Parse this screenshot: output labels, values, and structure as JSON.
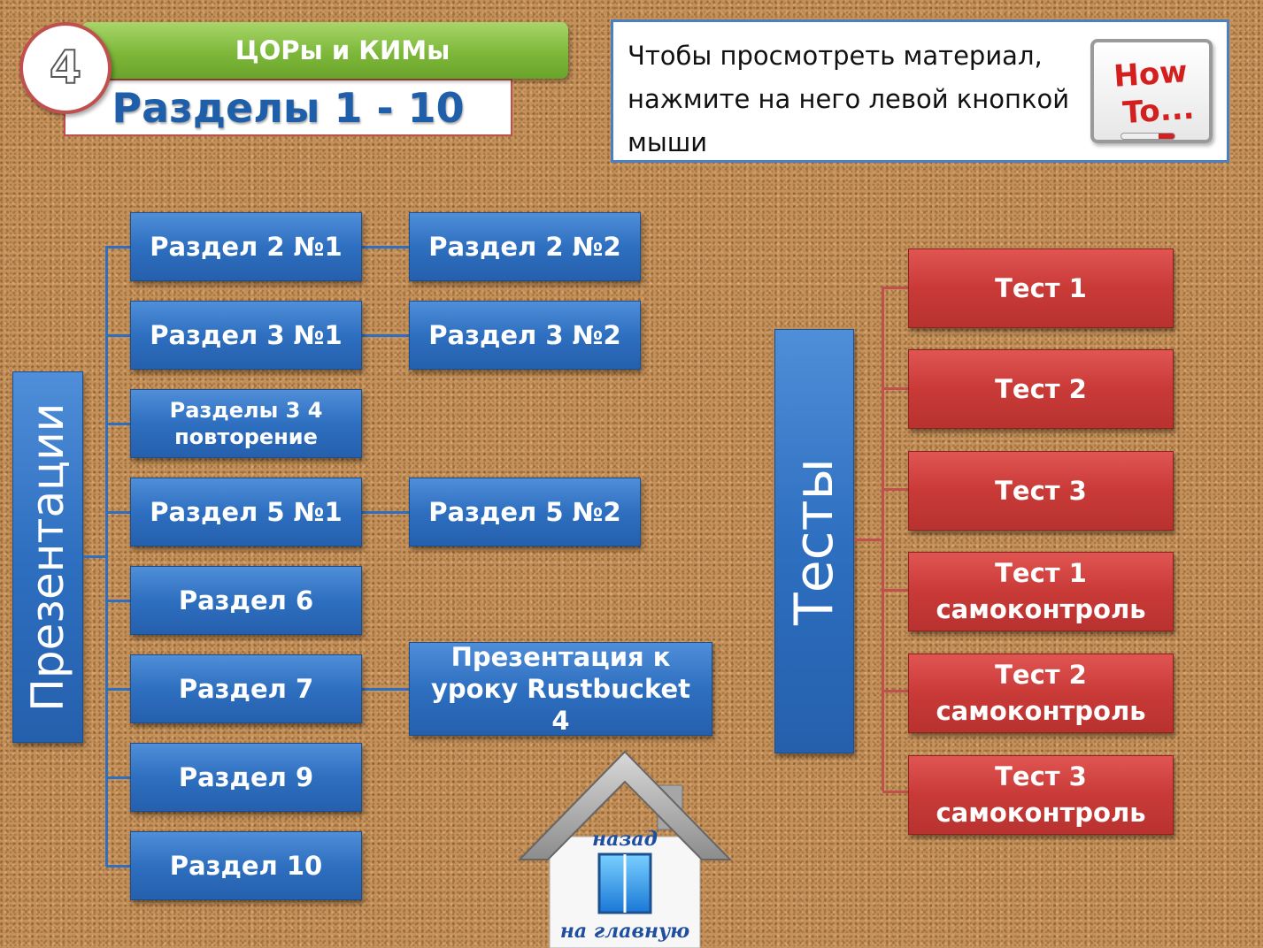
{
  "header": {
    "badge_number": "4",
    "title": "ЦОРы и КИМы",
    "subtitle": "Разделы 1 - 10"
  },
  "instructions": {
    "text": "Чтобы просмотреть материал, нажмите на него левой кнопкой мыши",
    "howto_line1": "How",
    "howto_line2": "To..."
  },
  "presentations": {
    "label": "Презентации",
    "items": [
      "Раздел 2 №1",
      "Раздел 2 №2",
      "Раздел 3 №1",
      "Раздел 3 №2",
      "Разделы 3 4 повторение",
      "Раздел 5 №1",
      "Раздел 5 №2",
      "Раздел 6",
      "Раздел 7",
      "Презентация к уроку Rustbucket 4",
      "Раздел 9",
      "Раздел 10"
    ]
  },
  "tests": {
    "label": "Тесты",
    "items": [
      "Тест 1",
      "Тест 2",
      "Тест 3",
      "Тест 1 самоконтроль",
      "Тест 2 самоконтроль",
      "Тест 3 самоконтроль"
    ]
  },
  "home": {
    "top_text": "назад",
    "bottom_text": "на главную"
  },
  "colors": {
    "blue": "#2e6fc0",
    "red": "#c93a37",
    "green": "#7db83a",
    "title_blue": "#1f5ea8"
  }
}
